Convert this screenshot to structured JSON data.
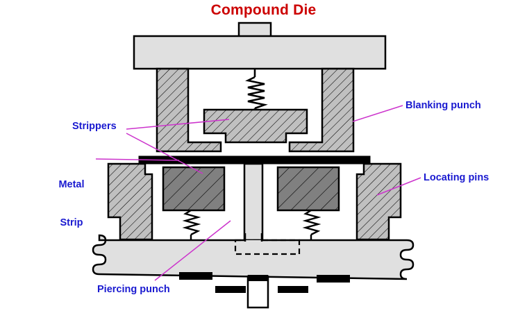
{
  "title": "Compound Die",
  "title_color": "#cc0000",
  "label_color": "#1a1ad0",
  "leader_color": "#cc33cc",
  "labels": {
    "strippers": "Strippers",
    "metal_strip_line1": "Metal",
    "metal_strip_line2": "Strip",
    "blanking_punch": "Blanking punch",
    "locating_pins": "Locating pins",
    "piercing_punch": "Piercing punch"
  },
  "diagram": {
    "type": "engineering-cross-section",
    "subject": "Compound Die (sheet metal stamping die set)",
    "colors": {
      "background": "#ffffff",
      "light_gray_fill": "#e0e0e0",
      "hatched_gray_fill": "#c0c0c0",
      "dark_gray_fill": "#808080",
      "outline": "#000000",
      "metal_strip": "#000000"
    },
    "components": [
      {
        "name": "shank",
        "fill": "light_gray_fill",
        "description": "small rectangular press shank on top"
      },
      {
        "name": "upper-shoe",
        "fill": "light_gray_fill",
        "description": "upper die shoe plate"
      },
      {
        "name": "upper-left-holder",
        "fill": "hatched_gray_fill",
        "description": "hatched punch holder, left"
      },
      {
        "name": "upper-right-holder",
        "fill": "hatched_gray_fill",
        "description": "hatched punch holder, right"
      },
      {
        "name": "upper-spring",
        "description": "coil spring, 5 loops, inside upper die"
      },
      {
        "name": "blanking-punch",
        "fill": "hatched_gray_fill",
        "description": "stepped T-shaped blanking punch"
      },
      {
        "name": "upper-stripper-left",
        "fill": "hatched_gray_fill",
        "description": "upper stripper plate, left"
      },
      {
        "name": "upper-stripper-right",
        "fill": "hatched_gray_fill",
        "description": "upper stripper plate, right"
      },
      {
        "name": "metal-strip",
        "fill": "metal_strip",
        "description": "black sheet metal strip between dies"
      },
      {
        "name": "locating-pin-left",
        "fill": "hatched_gray_fill",
        "description": "stepped locating pin, left"
      },
      {
        "name": "locating-pin-right",
        "fill": "hatched_gray_fill",
        "description": "stepped locating pin, right"
      },
      {
        "name": "die-block-left",
        "fill": "dark_gray_fill",
        "description": "dark hatched die block, left"
      },
      {
        "name": "die-block-right",
        "fill": "dark_gray_fill",
        "description": "dark hatched die block, right"
      },
      {
        "name": "lower-spring-left",
        "description": "coil spring, 3 loops, left"
      },
      {
        "name": "lower-spring-right",
        "description": "coil spring, 3 loops, right"
      },
      {
        "name": "piercing-punch",
        "fill": "light_gray_fill",
        "description": "central vertical piercing punch"
      },
      {
        "name": "dashed-outline",
        "description": "dashed hidden-line rectangle in base plate"
      },
      {
        "name": "base-plate",
        "fill": "light_gray_fill",
        "description": "lower die shoe with wavy break lines both ends"
      }
    ],
    "bottom_products": [
      {
        "name": "scrap-bar-1",
        "fill": "#000000"
      },
      {
        "name": "scrap-bar-2",
        "fill": "#000000"
      },
      {
        "name": "blank-part",
        "fill": "#ffffff",
        "outline": "#000000",
        "cap": "#000000"
      },
      {
        "name": "scrap-bar-3",
        "fill": "#000000"
      },
      {
        "name": "scrap-bar-4",
        "fill": "#000000"
      }
    ]
  }
}
